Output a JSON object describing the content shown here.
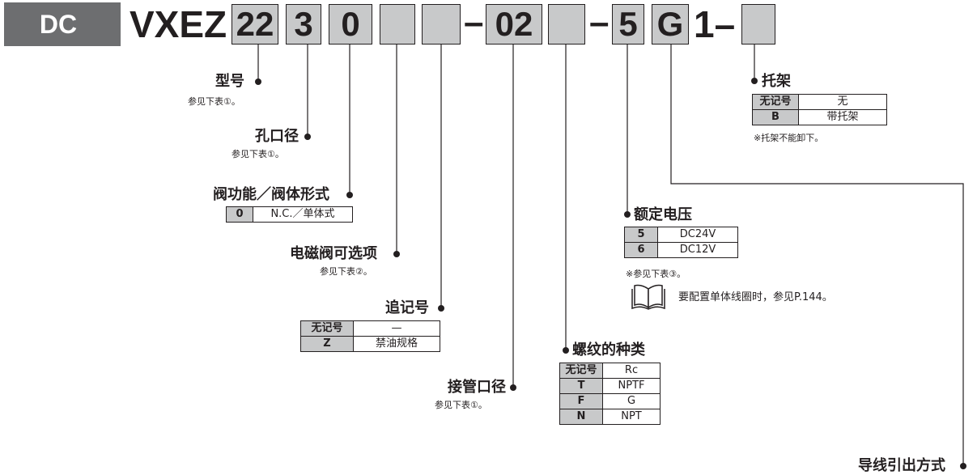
{
  "header": {
    "badge": "DC",
    "prefix": "VXEZ",
    "boxes": {
      "model": "22",
      "port": "3",
      "function": "0",
      "option": "",
      "suffix": "",
      "pipe": "02",
      "thread": "",
      "voltage": "5",
      "g": "G",
      "bracket": ""
    },
    "dash1": "–",
    "dash2": "–",
    "tail_after_g": "1–"
  },
  "labels": {
    "model": {
      "title": "型号",
      "note": "参见下表①。"
    },
    "port": {
      "title": "孔口径",
      "note": "参见下表①。"
    },
    "function": {
      "title": "阀功能／阀体形式",
      "rows": [
        {
          "k": "0",
          "v": "N.C.／单体式"
        }
      ]
    },
    "option": {
      "title": "电磁阀可选项",
      "note": "参见下表②。"
    },
    "suffix": {
      "title": "追记号",
      "rows": [
        {
          "k": "无记号",
          "v": "—"
        },
        {
          "k": "Z",
          "v": "禁油规格"
        }
      ]
    },
    "pipe": {
      "title": "接管口径",
      "note": "参见下表①。"
    },
    "thread": {
      "title": "螺纹的种类",
      "rows": [
        {
          "k": "无记号",
          "v": "Rc"
        },
        {
          "k": "T",
          "v": "NPTF"
        },
        {
          "k": "F",
          "v": "G"
        },
        {
          "k": "N",
          "v": "NPT"
        }
      ]
    },
    "voltage": {
      "title": "额定电压",
      "rows": [
        {
          "k": "5",
          "v": "DC24V"
        },
        {
          "k": "6",
          "v": "DC12V"
        }
      ],
      "note": "※参见下表③。",
      "ref": "要配置单体线圈时，参见P.144。"
    },
    "bracket": {
      "title": "托架",
      "rows": [
        {
          "k": "无记号",
          "v": "无"
        },
        {
          "k": "B",
          "v": "带托架"
        }
      ],
      "note": "※托架不能卸下。"
    },
    "lead": {
      "title": "导线引出方式"
    }
  },
  "icons": {
    "book": "open-book-icon",
    "bullet": "bullet-dot"
  }
}
